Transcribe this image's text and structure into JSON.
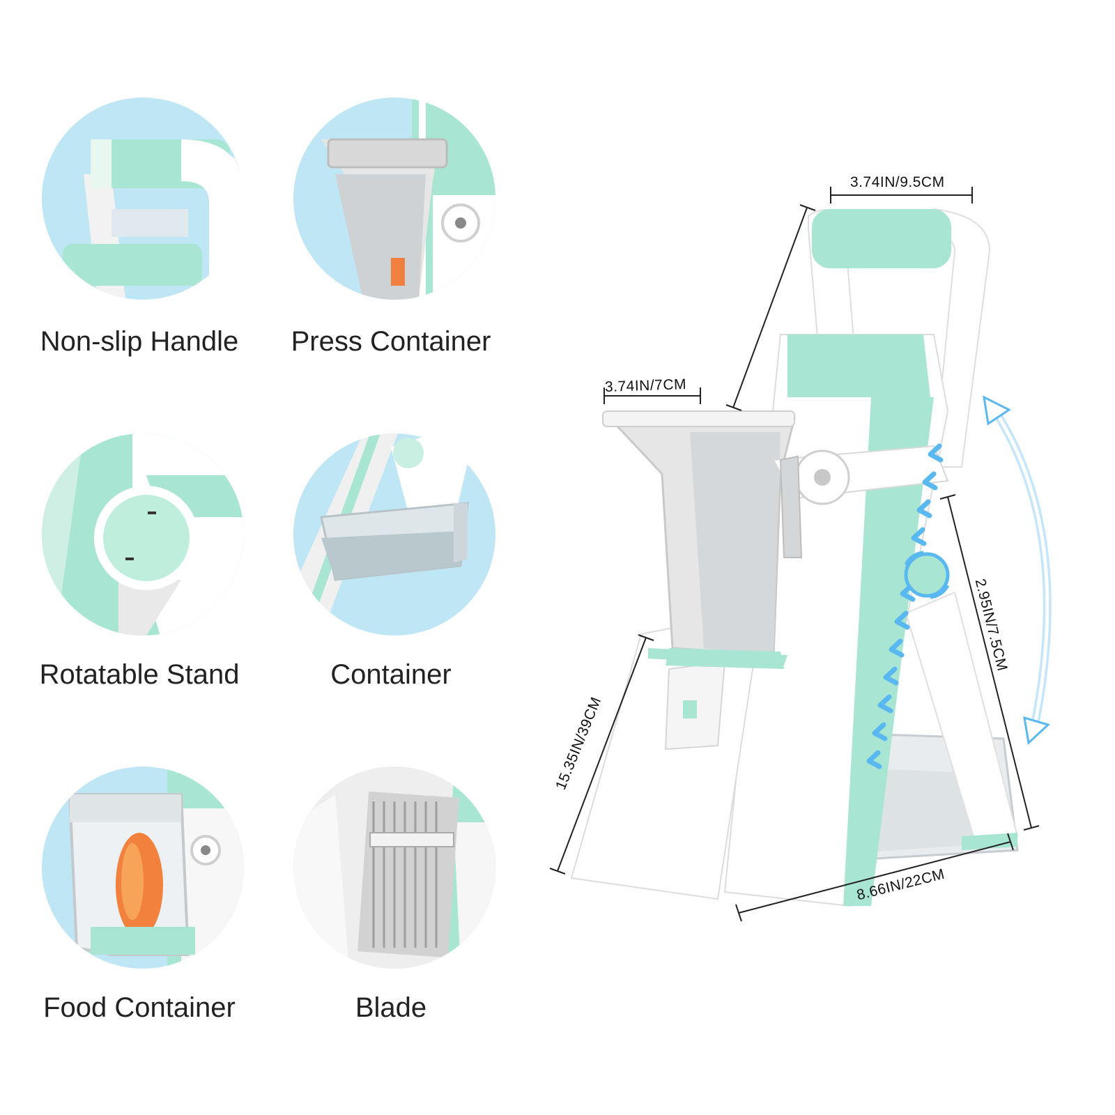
{
  "features": [
    {
      "label": "Non-slip Handle",
      "icon": "handle-closeup"
    },
    {
      "label": "Press Container",
      "icon": "press-container-closeup"
    },
    {
      "label": "Rotatable Stand",
      "icon": "rotatable-stand-closeup"
    },
    {
      "label": "Container",
      "icon": "container-closeup"
    },
    {
      "label": "Food Container",
      "icon": "food-container-closeup"
    },
    {
      "label": "Blade",
      "icon": "blade-closeup"
    }
  ],
  "dimensions": {
    "top_width": "3.74IN/9.5CM",
    "hopper_width": "3.74IN/7CM",
    "height": "15.35IN/39CM",
    "depth": "8.66IN/22CM",
    "stand": "2.95IN/7.5CM"
  },
  "colors": {
    "mint": "#a8e6d3",
    "circle_bg": "#bfe6f5",
    "arrow_blue": "#5ab8f0"
  }
}
